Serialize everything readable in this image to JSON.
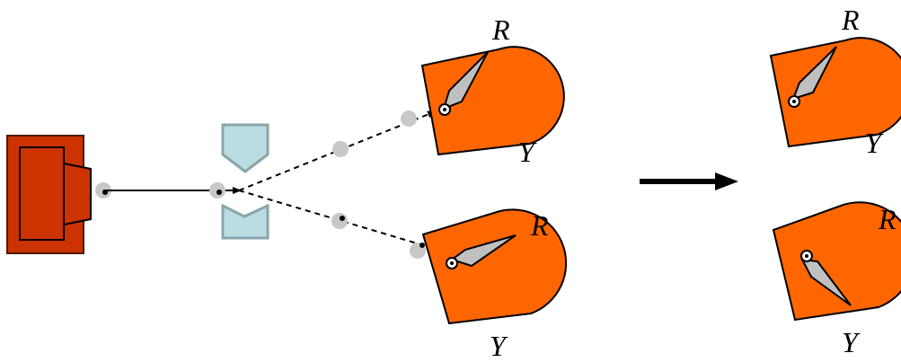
{
  "colors": {
    "source_fill": "#cc3300",
    "source_stroke": "#4d1a00",
    "magnet_fill": "#b9dde2",
    "magnet_stroke": "#8aa5aa",
    "detector_fill": "#ff6600",
    "needle_fill": "#c0c0c0",
    "particle_fill": "#c8c8c8",
    "line_color": "#000000"
  },
  "icons": {
    "source": "particle-source-icon",
    "magnet": "magnet-icon",
    "detector": "detector-dial-icon",
    "arrow": "right-arrow-icon"
  },
  "labels": {
    "top_detector": {
      "r": "R",
      "y": "Y"
    },
    "bottom_detector": {
      "r": "R",
      "y": "Y"
    },
    "result_top_detector": {
      "r": "R",
      "y": "Y"
    },
    "result_bottom_detector": {
      "r": "R",
      "y": "Y"
    }
  }
}
